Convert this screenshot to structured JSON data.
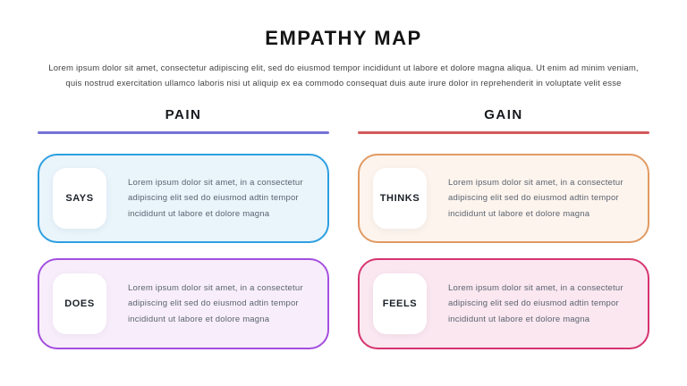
{
  "page": {
    "title": "EMPATHY MAP",
    "subtitle_line1": "Lorem ipsum dolor sit amet, consectetur adipiscing elit, sed do eiusmod tempor incididunt ut labore et dolore magna aliqua. Ut enim ad minim veniam,",
    "subtitle_line2": "quis nostrud exercitation ullamco laboris nisi ut aliquip ex ea commodo consequat duis aute irure dolor in reprehenderit in voluptate velit esse"
  },
  "columns": [
    {
      "header": "PAIN",
      "line_color": "#7572d8"
    },
    {
      "header": "GAIN",
      "line_color": "#d4585a"
    }
  ],
  "cards": [
    {
      "label": "SAYS",
      "text": "Lorem ipsum dolor sit amet, in a consectetur adipiscing elit sed do eiusmod adtin tempor incididunt ut labore et dolore magna",
      "colors": {
        "border": "#2d9fe0",
        "background": "#e9f4fb"
      }
    },
    {
      "label": "THINKS",
      "text": "Lorem ipsum dolor sit amet, in a consectetur adipiscing elit sed do eiusmod adtin tempor incididunt ut labore et dolore magna",
      "colors": {
        "border": "#e29a62",
        "background": "#fdf4ed"
      }
    },
    {
      "label": "DOES",
      "text": "Lorem ipsum dolor sit amet, in a consectetur adipiscing elit sed do eiusmod adtin tempor incididunt ut labore et dolore magna",
      "colors": {
        "border": "#a44fe0",
        "background": "#f8eefb"
      }
    },
    {
      "label": "FEELS",
      "text": "Lorem ipsum dolor sit amet, in a consectetur adipiscing elit sed do eiusmod adtin tempor incididunt ut labore et dolore magna",
      "colors": {
        "border": "#d6336f",
        "background": "#fae7f0"
      }
    }
  ]
}
